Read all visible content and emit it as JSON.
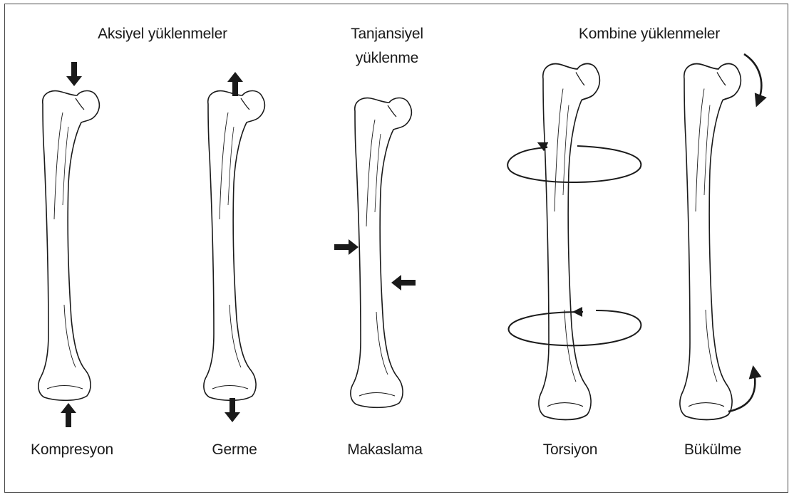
{
  "groups": {
    "axial": "Aksiyel yüklenmeler",
    "tangential": [
      "Tanjansiyel",
      "yüklenme"
    ],
    "combined": "Kombine yüklenmeler"
  },
  "loads": {
    "compression": "Kompresyon",
    "tension": "Germe",
    "shear": "Makaslama",
    "torsion": "Torsiyon",
    "bending": "Bükülme"
  },
  "colors": {
    "ink": "#1a1a1a",
    "border": "#4a4a4a",
    "bone_fill": "#ffffff"
  },
  "icons": [
    "femur-bone-icon",
    "arrow-icon",
    "rotation-arrow-icon",
    "curved-arrow-icon"
  ]
}
